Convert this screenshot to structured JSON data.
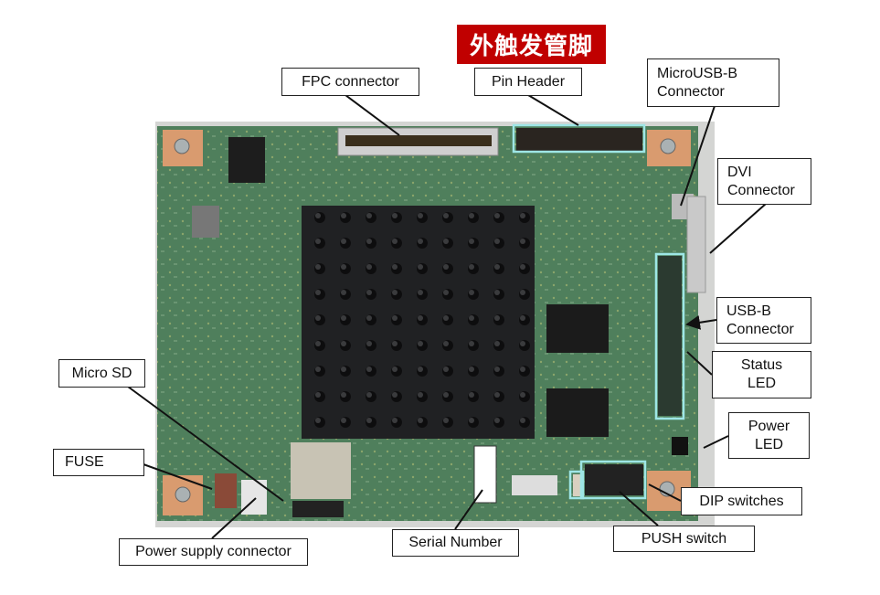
{
  "title": "外触发管脚",
  "labels": {
    "fpc": "FPC connector",
    "pin_header": "Pin Header",
    "microusb_line1": "MicroUSB-B",
    "microusb_line2": "Connector",
    "dvi_line1": "DVI",
    "dvi_line2": "Connector",
    "usbb_line1": "USB-B",
    "usbb_line2": "Connector",
    "status_line1": "Status",
    "status_line2": "LED",
    "power_led_line1": "Power",
    "power_led_line2": "LED",
    "micro_sd": "Micro SD",
    "fuse": "FUSE",
    "power_supply": "Power supply connector",
    "serial": "Serial Number",
    "push": "PUSH switch",
    "dip": "DIP switches"
  },
  "colors": {
    "title_bg": "#c00000",
    "highlight": "#9ee6e6",
    "board": "#4e7d5a",
    "heatsink": "#1e1f21"
  }
}
